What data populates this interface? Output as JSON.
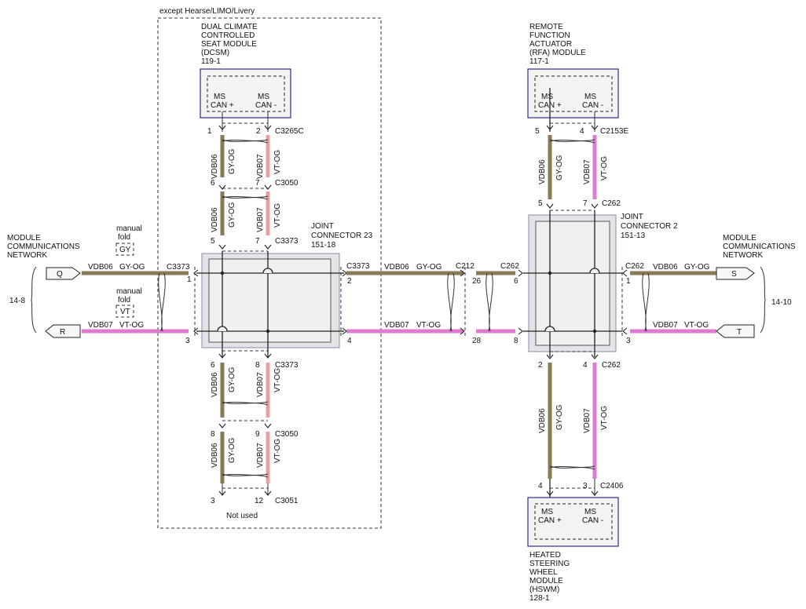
{
  "except_label": "except Hearse/LIMO/Livery",
  "modules": {
    "dcsm": {
      "name_lines": [
        "DUAL CLIMATE",
        "CONTROLLED",
        "SEAT MODULE",
        "(DCSM)",
        "119-1"
      ],
      "pin_plus": [
        "MS",
        "CAN +"
      ],
      "pin_minus": [
        "MS",
        "CAN -"
      ]
    },
    "rfa": {
      "name_lines": [
        "REMOTE",
        "FUNCTION",
        "ACTUATOR",
        "(RFA) MODULE",
        "117-1"
      ],
      "pin_plus": [
        "MS",
        "CAN +"
      ],
      "pin_minus": [
        "MS",
        "CAN -"
      ]
    },
    "hswm": {
      "name_lines": [
        "HEATED",
        "STEERING",
        "WHEEL",
        "MODULE",
        "(HSWM)",
        "128-1"
      ],
      "pin_plus": [
        "MS",
        "CAN +"
      ],
      "pin_minus": [
        "MS",
        "CAN -"
      ]
    }
  },
  "joints": {
    "j23": [
      "JOINT",
      "CONNECTOR 23",
      "151-18"
    ],
    "j2": [
      "JOINT",
      "CONNECTOR 2",
      "151-13"
    ]
  },
  "networks": {
    "left": [
      "MODULE",
      "COMMUNICATIONS",
      "NETWORK"
    ],
    "right": [
      "MODULE",
      "COMMUNICATIONS",
      "NETWORK"
    ],
    "left_ref": "14-8",
    "right_ref": "14-10"
  },
  "tags": {
    "q": "Q",
    "r": "R",
    "s": "S",
    "t": "T"
  },
  "manual_fold": {
    "label_lines": [
      "manual",
      "fold"
    ],
    "gy": "GY",
    "vt": "VT"
  },
  "circuits": {
    "gy_circuit": "VDB06",
    "gy_color": "GY-OG",
    "vt_circuit": "VDB07",
    "vt_color": "VT-OG"
  },
  "connectors": {
    "c3265c": "C3265C",
    "c3050": "C3050",
    "c3373": "C3373",
    "c3051": "C3051",
    "c212": "C212",
    "c262": "C262",
    "c2153e": "C2153E",
    "c2406": "C2406"
  },
  "pins": {
    "dcsm_top": [
      "1",
      "2"
    ],
    "c3050_top": [
      "6",
      "7"
    ],
    "c3373_top": [
      "5",
      "7"
    ],
    "c3373_bottom": [
      "6",
      "8"
    ],
    "c3050_bottom": [
      "8",
      "9"
    ],
    "c3051": [
      "3",
      "12"
    ],
    "c3373_left": [
      "1",
      "3"
    ],
    "c3373_right": [
      "2",
      "4"
    ],
    "c212": [
      "26",
      "28"
    ],
    "c262_left": [
      "6",
      "8"
    ],
    "c262_right": [
      "1",
      "3"
    ],
    "rfa": [
      "5",
      "4"
    ],
    "c262_top": [
      "5",
      "7"
    ],
    "c262_bottom": [
      "2",
      "4"
    ],
    "hswm": [
      "4",
      "3"
    ]
  },
  "not_used": "Not used"
}
